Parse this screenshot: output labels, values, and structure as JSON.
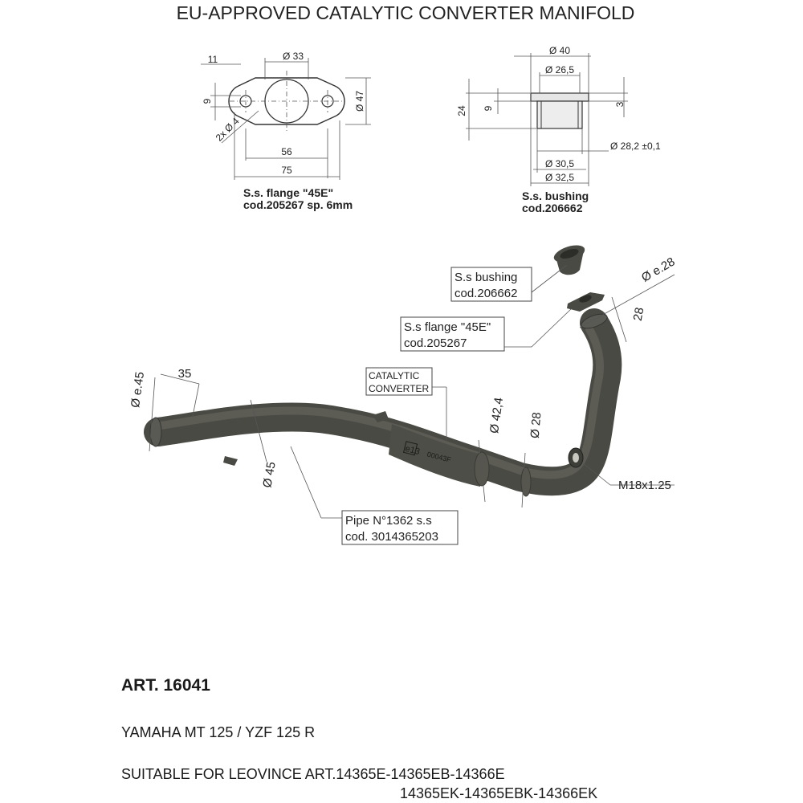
{
  "title": "EU-APPROVED CATALYTIC CONVERTER MANIFOLD",
  "flange_detail": {
    "dims": {
      "d33": "Ø 33",
      "d11": "11",
      "d9": "9",
      "d47": "Ø 47",
      "holes": "2x Ø 4",
      "d56": "56",
      "d75": "75"
    },
    "caption_line1": "S.s. flange \"45E\"",
    "caption_line2": "cod.205267 sp. 6mm"
  },
  "bushing_detail": {
    "dims": {
      "d40": "Ø 40",
      "d26_5": "Ø 26,5",
      "d24": "24",
      "d9": "9",
      "d3": "3",
      "d28_2": "Ø 28,2 ±0,1",
      "d30_5": "Ø 30,5",
      "d32_5": "Ø 32,5"
    },
    "caption_line1": "S.s. bushing",
    "caption_line2": "cod.206662"
  },
  "main_drawing": {
    "callouts": {
      "bushing_line1": "S.s bushing",
      "bushing_line2": "cod.206662",
      "flange_line1": "S.s flange \"45E\"",
      "flange_line2": "cod.205267",
      "catalytic_line1": "CATALYTIC",
      "catalytic_line2": "CONVERTER",
      "pipe_line1": "Pipe N°1362 s.s",
      "pipe_line2": "cod. 3014365203",
      "thread": "M18x1.25"
    },
    "dims": {
      "e45": "Ø e.45",
      "d35": "35",
      "d45": "Ø 45",
      "d42_4": "Ø 42,4",
      "d28": "Ø 28",
      "e28": "Ø e.28",
      "len28": "28"
    },
    "homologation_mark": "e13",
    "homologation_code": "00043F"
  },
  "footer": {
    "article": "ART. 16041",
    "model": "YAMAHA MT 125 / YZF 125 R",
    "suitable_line1": "SUITABLE FOR LEOVINCE ART.14365E-14365EB-14366E",
    "suitable_line2": "14365EK-14365EBK-14366EK"
  }
}
